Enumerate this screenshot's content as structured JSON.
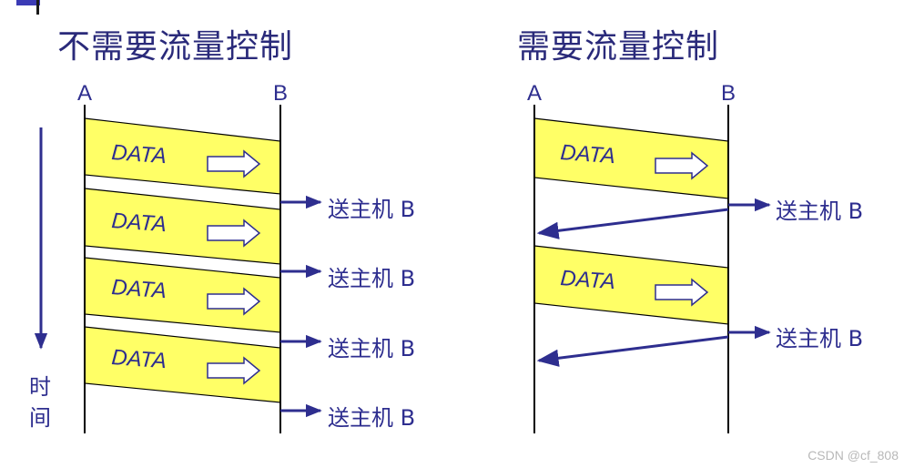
{
  "titles": {
    "left": "不需要流量控制",
    "right": "需要流量控制"
  },
  "labels": {
    "host_a": "A",
    "host_b": "B",
    "data": "DATA",
    "deliver": "送主机 B",
    "time_line1": "时",
    "time_line2": "间"
  },
  "watermark": "CSDN @cf_808",
  "colors": {
    "frame_fill": "#ffff66",
    "accent": "#2e2e8f",
    "line": "#000000"
  }
}
